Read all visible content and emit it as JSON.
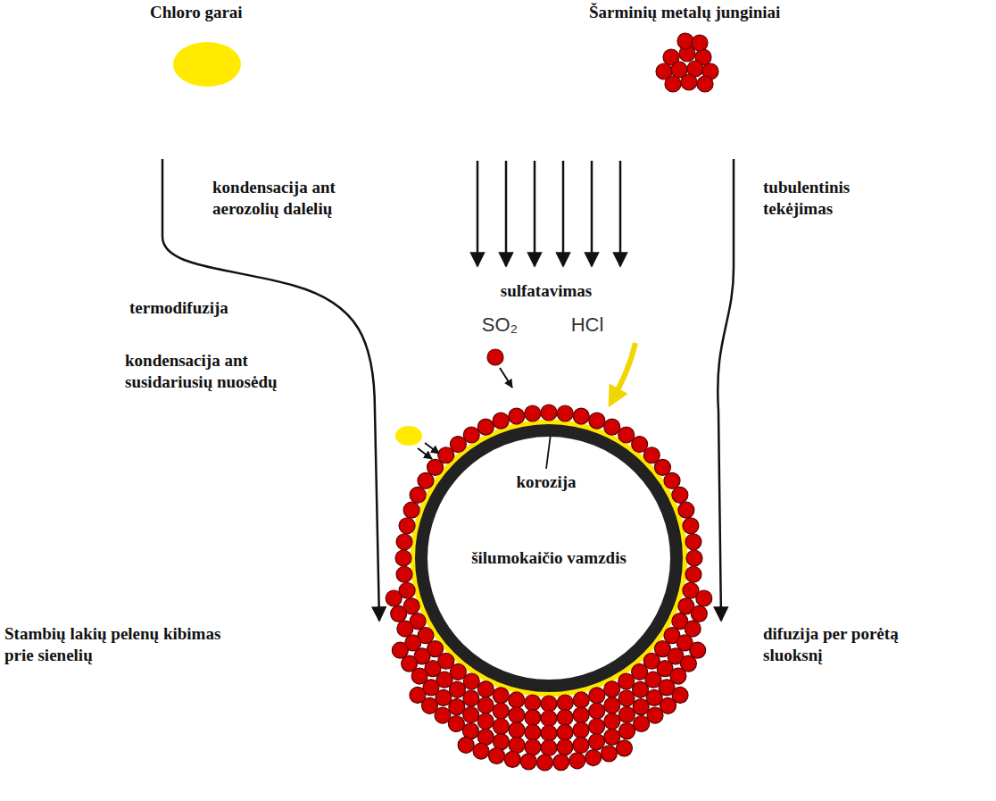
{
  "diagram": {
    "nodes": [
      {
        "text": [
          "šilumokaičio vamzdis"
        ]
      }
    ],
    "labels": [
      "Chloro garai",
      "Šarminių metalų junginiai",
      "kondensacija ant aerozolių dalelių",
      "tubulentinis tekėjimas",
      "sulfatavimas",
      "termodifuzija",
      "SO₂",
      "HCl",
      "kondensacija ant susidariusių nuosėdų",
      "korozija",
      "Stambių lakių pelenų kibimas prie sienelių",
      "difuzija per porėtą sluoksnį"
    ]
  }
}
